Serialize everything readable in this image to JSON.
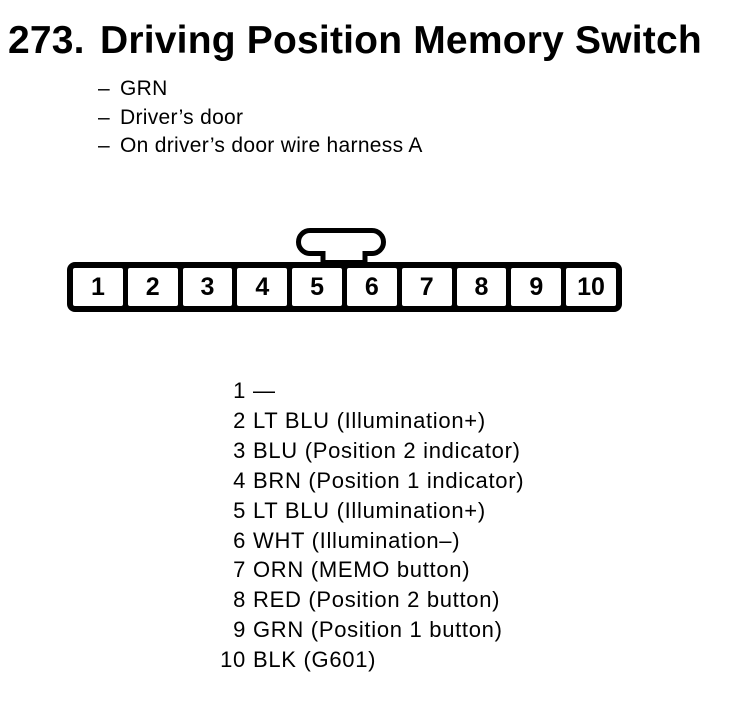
{
  "page": {
    "item_number": "273.",
    "title": "Driving Position Memory Switch",
    "note_dash": "–",
    "notes": [
      "GRN",
      "Driver’s door",
      "On driver’s door wire harness A"
    ],
    "connector": {
      "pins": [
        "1",
        "2",
        "3",
        "4",
        "5",
        "6",
        "7",
        "8",
        "9",
        "10"
      ]
    },
    "pin_table": [
      {
        "pin": "1",
        "label": "—"
      },
      {
        "pin": "2",
        "label": "LT BLU (Illumination+)"
      },
      {
        "pin": "3",
        "label": "BLU (Position 2 indicator)"
      },
      {
        "pin": "4",
        "label": "BRN (Position 1 indicator)"
      },
      {
        "pin": "5",
        "label": "LT BLU (Illumination+)"
      },
      {
        "pin": "6",
        "label": "WHT (Illumination–)"
      },
      {
        "pin": "7",
        "label": "ORN (MEMO button)"
      },
      {
        "pin": "8",
        "label": "RED (Position 2 button)"
      },
      {
        "pin": "9",
        "label": "GRN (Position 1 button)"
      },
      {
        "pin": "10",
        "label": "BLK (G601)"
      }
    ],
    "colors": {
      "ink": "#000000",
      "paper": "#ffffff"
    }
  }
}
